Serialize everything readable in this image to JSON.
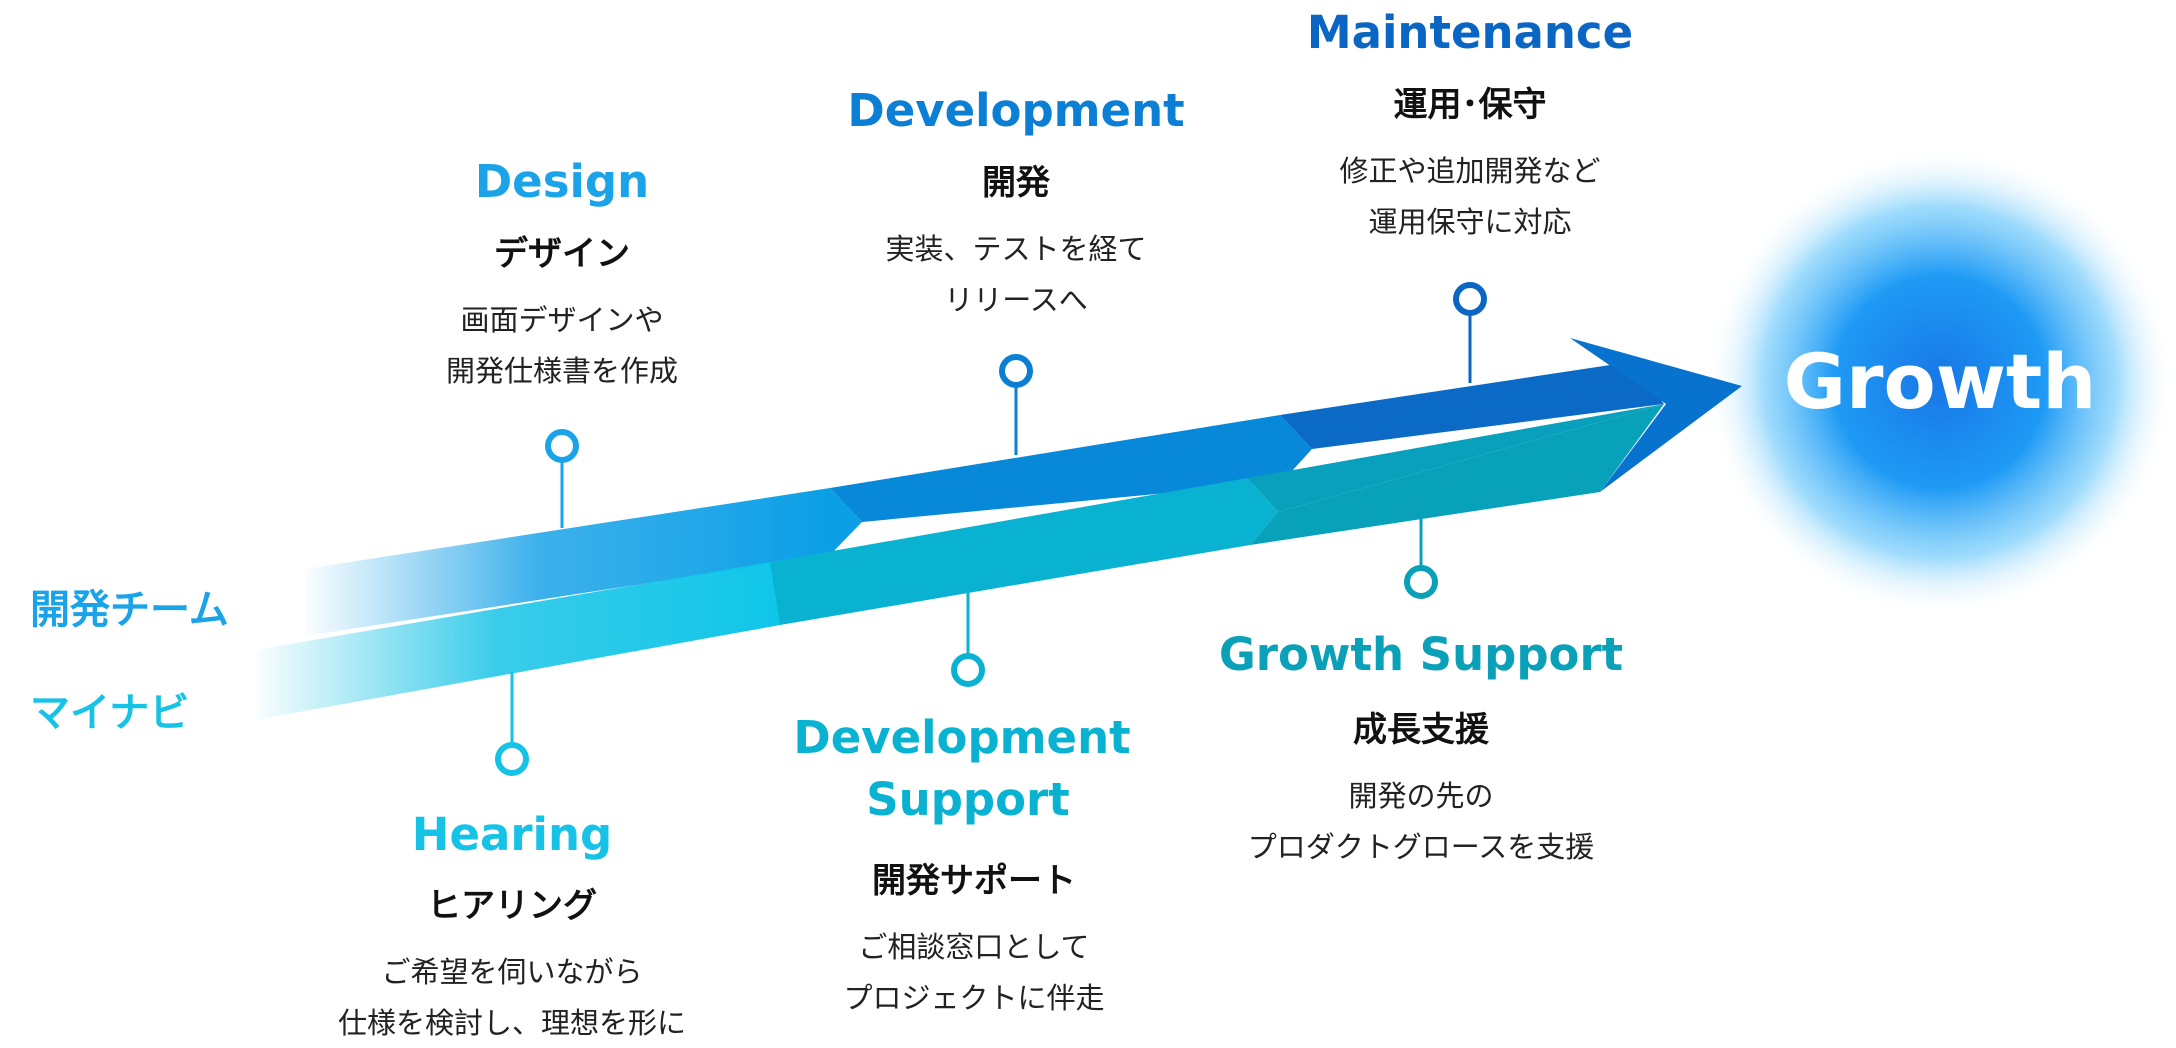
{
  "lanes": {
    "team": "開発チーム",
    "mynavi": "マイナビ"
  },
  "growth": "Growth",
  "colors": {
    "team_blue": "#1aa3e8",
    "team_dark": "#0a66c2",
    "mynavi_cyan": "#16c3e6",
    "mynavi_teal": "#0aa0b8",
    "growth_glow": "#1e90ff"
  },
  "stages_top": [
    {
      "en": "Design",
      "jp": "デザイン",
      "desc": [
        "画面デザインや",
        "開発仕様書を作成"
      ]
    },
    {
      "en": "Development",
      "jp": "開発",
      "desc": [
        "実装、テストを経て",
        "リリースへ"
      ]
    },
    {
      "en": "Maintenance",
      "jp": "運用･保守",
      "desc": [
        "修正や追加開発など",
        "運用保守に対応"
      ]
    }
  ],
  "stages_bottom": [
    {
      "en": "Hearing",
      "jp": "ヒアリング",
      "desc": [
        "ご希望を伺いながら",
        "仕様を検討し、理想を形に"
      ]
    },
    {
      "en": [
        "Development",
        "Support"
      ],
      "jp": "開発サポート",
      "desc": [
        "ご相談窓口として",
        "プロジェクトに伴走"
      ]
    },
    {
      "en": "Growth Support",
      "jp": "成長支援",
      "desc": [
        "開発の先の",
        "プロダクトグロースを支援"
      ]
    }
  ]
}
